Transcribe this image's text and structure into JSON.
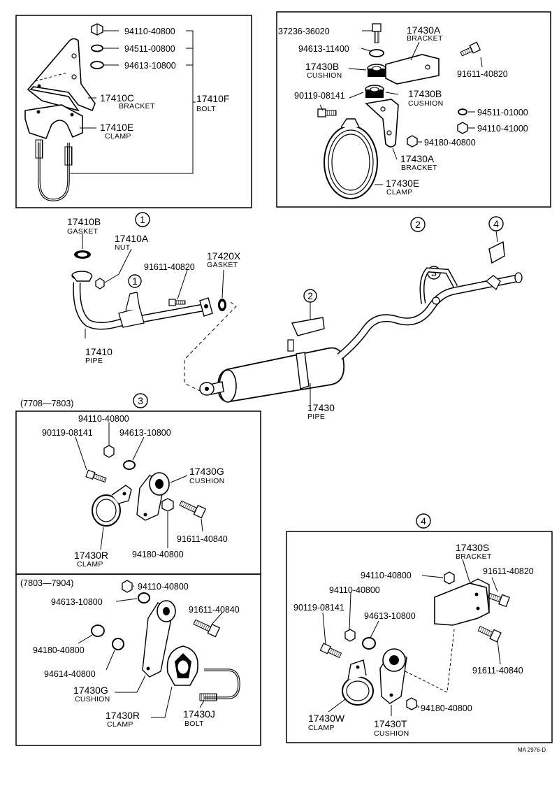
{
  "callouts": {
    "c1_a": "1",
    "c1_b": "1",
    "c2_a": "2",
    "c2_b": "2",
    "c3_a": "3",
    "c3_b": "3",
    "c4_a": "4",
    "c4_b": "4"
  },
  "panel_a": {
    "nut": "94110-40800",
    "washer_spring": "94511-00800",
    "washer_plain": "94613-10800",
    "bracket_pn": "17410C",
    "bracket_name": "BRACKET",
    "clamp_pn": "17410E",
    "clamp_name": "CLAMP",
    "bolt_pn": "17410F",
    "bolt_name": "BOLT"
  },
  "panel_b": {
    "bolt_top": "37236-36020",
    "washer": "94613-11400",
    "cushion_top_pn": "17430B",
    "cushion_top_name": "CUSHION",
    "bracket_top_pn": "17430A",
    "bracket_top_name": "BRACKET",
    "bolt_right": "91611-40820",
    "bolt_left": "90119-08141",
    "cushion_mid_pn": "17430B",
    "cushion_mid_name": "CUSHION",
    "washer_spring": "94511-01000",
    "nut": "94110-41000",
    "nut_flange": "94180-40800",
    "bracket_low_pn": "17430A",
    "bracket_low_name": "BRACKET",
    "clamp_pn": "17430E",
    "clamp_name": "CLAMP"
  },
  "main": {
    "gasket_pn": "17410B",
    "gasket_name": "GASKET",
    "nut_pn": "17410A",
    "nut_name": "NUT",
    "bolt": "91611-40820",
    "gasket2_pn": "17420X",
    "gasket2_name": "GASKET",
    "pipe1_pn": "17410",
    "pipe1_name": "PIPE",
    "pipe2_pn": "17430",
    "pipe2_name": "PIPE"
  },
  "panel_c": {
    "range": "(7708—7803)",
    "nut": "94110-40800",
    "bolt_left": "90119-08141",
    "washer": "94613-10800",
    "cushion_pn": "17430G",
    "cushion_name": "CUSHION",
    "bolt_right": "91611-40840",
    "nut_flange": "94180-40800",
    "clamp_pn": "17430R",
    "clamp_name": "CLAMP"
  },
  "panel_d": {
    "range": "(7803—7904)",
    "nut": "94110-40800",
    "washer": "94613-10800",
    "bolt_right": "91611-40840",
    "nut_flange": "94180-40800",
    "washer2": "94614-40800",
    "cushion_pn": "17430G",
    "cushion_name": "CUSHION",
    "clamp_pn": "17430R",
    "clamp_name": "CLAMP",
    "bolt_pn": "17430J",
    "bolt_name": "BOLT"
  },
  "panel_e": {
    "bracket_pn": "17430S",
    "bracket_name": "BRACKET",
    "nut_a": "94110-40800",
    "bolt_top": "91611-40820",
    "nut_b": "94110-40800",
    "bolt_left": "90119-08141",
    "washer": "94613-10800",
    "bolt_right": "91611-40840",
    "clamp_pn": "17430W",
    "clamp_name": "CLAMP",
    "cushion_pn": "17430T",
    "cushion_name": "CUSHION",
    "nut_flange": "94180-40800"
  },
  "footer": {
    "code": "MA 2976-D"
  }
}
